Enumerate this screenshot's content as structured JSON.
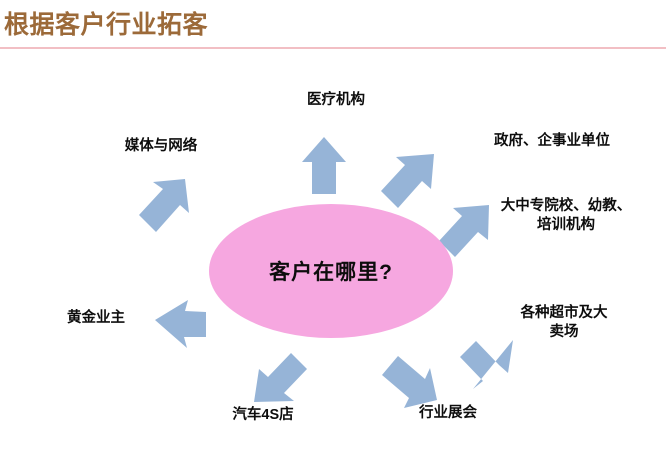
{
  "slide": {
    "title": "根据客户行业拓客",
    "divider_color": "#f2bfc4",
    "title_color": "#9c6a39",
    "background_color": "#ffffff"
  },
  "diagram": {
    "type": "radial-hub-and-spoke",
    "center": {
      "label": "客户在哪里?",
      "shape": "ellipse",
      "fill_color": "#f6a7e0",
      "text_color": "#0d0d0d"
    },
    "arrow_color": "#96b4d7",
    "spokes": [
      {
        "id": "medical",
        "label": "医疗机构",
        "direction": "up",
        "arrow_icon": "arrow-up-icon"
      },
      {
        "id": "media",
        "label": "媒体与网络",
        "direction": "up-left",
        "arrow_icon": "arrow-up-left-icon"
      },
      {
        "id": "government",
        "label": "政府、企事业单位",
        "direction": "up-right",
        "arrow_icon": "arrow-up-right-icon"
      },
      {
        "id": "education",
        "label": "大中专院校、幼教、\n培训机构",
        "direction": "right-up",
        "arrow_icon": "arrow-right-up-icon"
      },
      {
        "id": "supermarket",
        "label": "各种超市及大\n卖场",
        "direction": "down-right",
        "arrow_icon": "arrow-down-right-icon"
      },
      {
        "id": "exhibition",
        "label": "行业展会",
        "direction": "down-right-low",
        "arrow_icon": "arrow-down-icon"
      },
      {
        "id": "auto4s",
        "label": "汽车4S店",
        "direction": "down-left",
        "arrow_icon": "arrow-down-left-icon"
      },
      {
        "id": "goldowner",
        "label": "黄金业主",
        "direction": "left",
        "arrow_icon": "arrow-left-icon"
      }
    ]
  }
}
